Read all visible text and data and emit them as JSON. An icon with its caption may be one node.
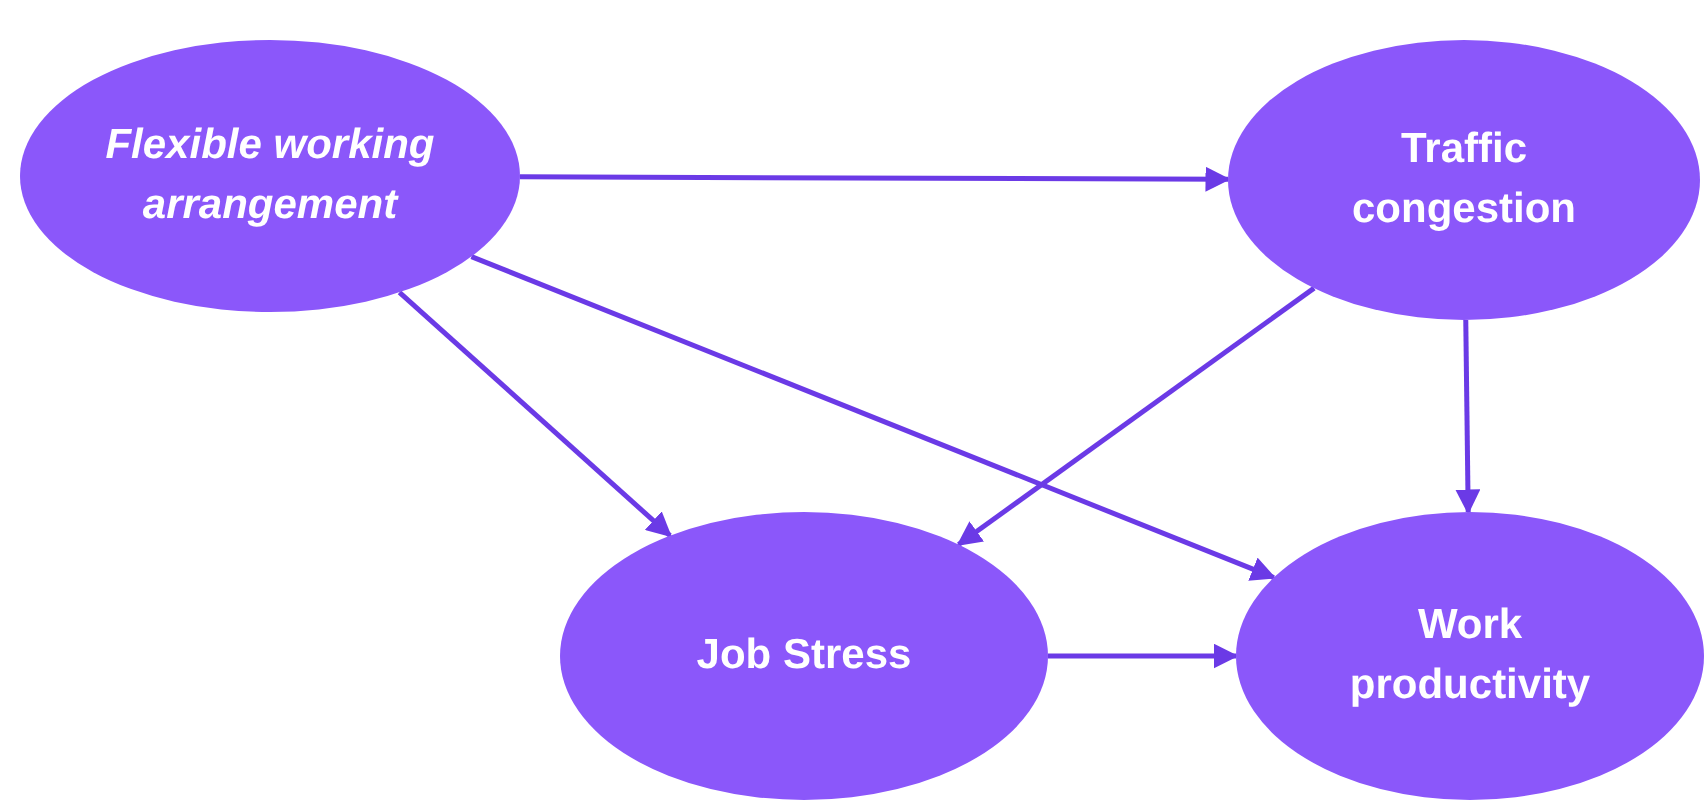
{
  "diagram": {
    "nodes": [
      {
        "text": [
          "Flexible working arrangement"
        ]
      },
      {
        "text": [
          "Traffic congestion"
        ]
      },
      {
        "text": [
          "Job Stress"
        ]
      },
      {
        "text": [
          "Work productivity"
        ]
      }
    ],
    "edges": [
      {
        "from": 0,
        "to": 1,
        "arrow": "to"
      },
      {
        "from": 0,
        "to": 2,
        "arrow": "to"
      },
      {
        "from": 0,
        "to": 3,
        "arrow": "to"
      },
      {
        "from": 1,
        "to": 2,
        "arrow": "to"
      },
      {
        "from": 1,
        "to": 3,
        "arrow": "to"
      },
      {
        "from": 2,
        "to": 3,
        "arrow": "to"
      }
    ]
  }
}
